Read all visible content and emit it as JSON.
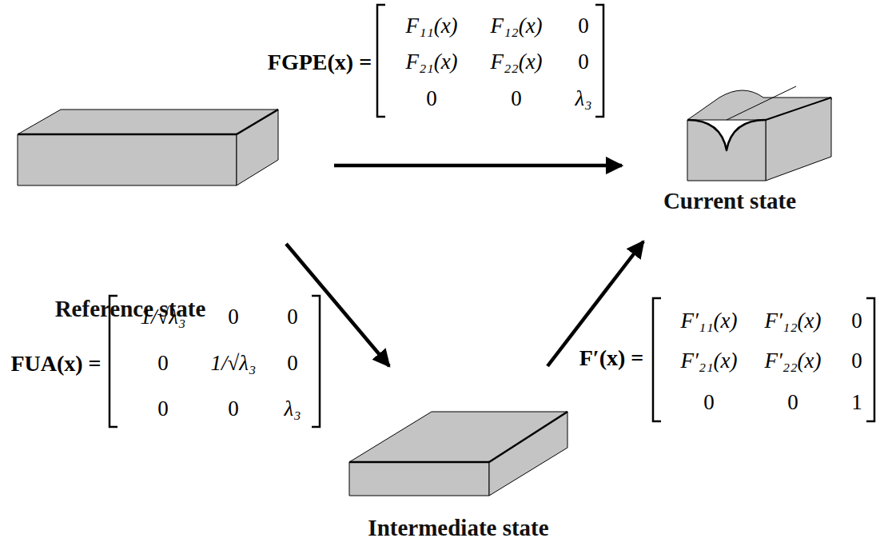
{
  "diagram": {
    "nodes": [
      {
        "text": [
          "Reference state"
        ]
      },
      {
        "text": [
          "Current state"
        ]
      },
      {
        "text": [
          "Intermediate state"
        ]
      }
    ],
    "edges": [
      {
        "from": 0,
        "to": 1,
        "arrow": "to",
        "label": "FGPE(x) ="
      },
      {
        "from": 0,
        "to": 2,
        "arrow": "to",
        "label": "FUA(x) ="
      },
      {
        "from": 2,
        "to": 1,
        "arrow": "to",
        "label": "F′(x) ="
      }
    ],
    "labels": [
      "F₁₁(x)",
      "F₁₂(x)",
      "0",
      "F₂₁(x)",
      "F₂₂(x)",
      "0",
      "0",
      "0",
      "λ₃",
      "1/√λ₃",
      "0",
      "0",
      "0",
      "1/√λ₃",
      "0",
      "0",
      "0",
      "λ₃",
      "F′₁₁(x)",
      "F′₁₂(x)",
      "0",
      "F′₂₁(x)",
      "F′₂₂(x)",
      "0",
      "0",
      "0",
      "1"
    ]
  }
}
